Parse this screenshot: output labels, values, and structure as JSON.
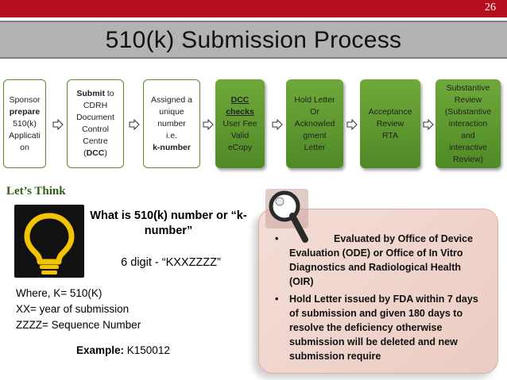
{
  "slide_number": "26",
  "title": "510(k) Submission Process",
  "steps": [
    {
      "lines": [
        {
          "t": "Sponsor"
        },
        {
          "t": "prepare",
          "b": true
        },
        {
          "t": "510(k)"
        },
        {
          "t": "Applicati"
        },
        {
          "t": "on"
        }
      ]
    },
    {
      "lines": [
        {
          "t": "Submit",
          "b": true,
          "tail": " to"
        },
        {
          "t": "CDRH"
        },
        {
          "t": "Document"
        },
        {
          "t": "Control"
        },
        {
          "t": "Centre"
        },
        {
          "t": "(",
          "tailb": "DCC",
          "tail2": ")"
        }
      ]
    },
    {
      "lines": [
        {
          "t": "Assigned a"
        },
        {
          "t": "unique"
        },
        {
          "t": "number"
        },
        {
          "t": "i.e."
        },
        {
          "t": "k-number",
          "b": true
        }
      ]
    },
    {
      "lines": [
        {
          "t": "DCC",
          "b": true,
          "u": true
        },
        {
          "t": "checks",
          "b": true,
          "u": true
        },
        {
          "t": "User Fee"
        },
        {
          "t": "Valid"
        },
        {
          "t": "eCopy"
        }
      ]
    },
    {
      "lines": [
        {
          "t": "Hold Letter"
        },
        {
          "t": "Or"
        },
        {
          "t": "Acknowled"
        },
        {
          "t": "gment"
        },
        {
          "t": "Letter"
        }
      ]
    },
    {
      "lines": [
        {
          "t": "Acceptance"
        },
        {
          "t": "Review"
        },
        {
          "t": "RTA"
        }
      ]
    },
    {
      "lines": [
        {
          "t": "Substantive"
        },
        {
          "t": "Review"
        },
        {
          "t": "(Substantive"
        },
        {
          "t": "interaction"
        },
        {
          "t": "and"
        },
        {
          "t": "interactive"
        },
        {
          "t": "Review)"
        }
      ]
    }
  ],
  "lets_think": "Let’s Think",
  "question": "What is 510(k) number or “k-number”",
  "answer": "6 digit - “KXXZZZZ”",
  "where_lines": [
    "Where,   K= 510(K)",
    "XX= year of submission",
    "ZZZZ= Sequence Number"
  ],
  "example_label": "Example:",
  "example_value": " K150012",
  "bullets": [
    {
      "lead": "",
      "text": "Evaluated by  Office of Device Evaluation (ODE) or  Office of In Vitro Diagnostics and Radiological Health (OIR)"
    },
    {
      "lead": "",
      "text": "Hold Letter issued by FDA within 7 days of submission and given 180 days to resolve the deficiency otherwise submission will be deleted and new submission require"
    }
  ],
  "colors": {
    "accent_red": "#b50f1f",
    "title_band": "#b3b3b3",
    "green": "#5f8a2a",
    "panel_bg": "#efd3c9"
  }
}
